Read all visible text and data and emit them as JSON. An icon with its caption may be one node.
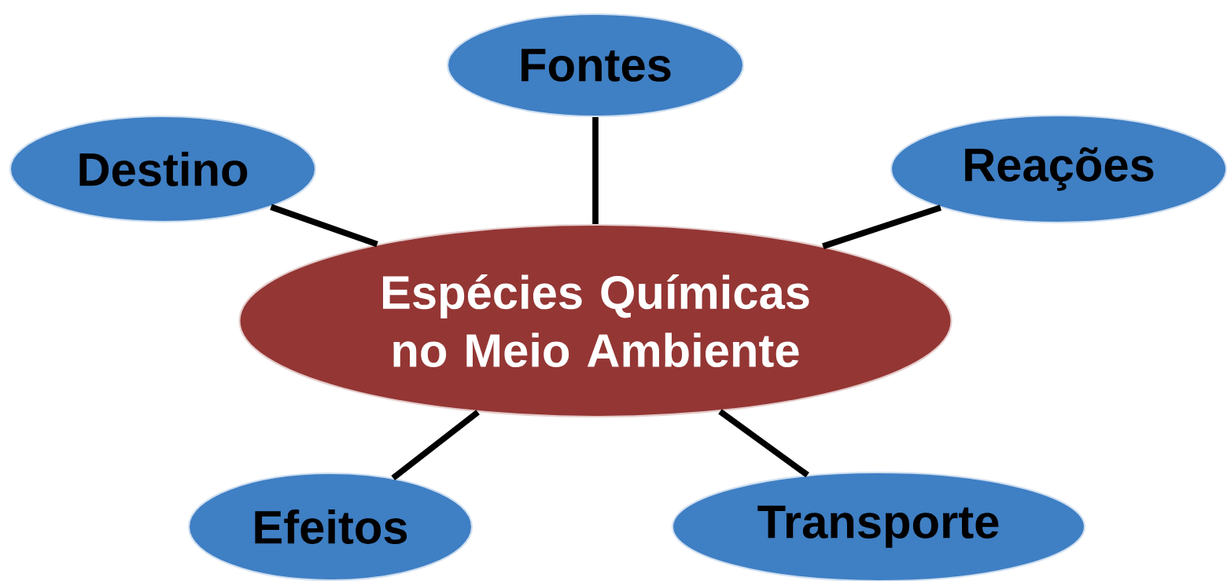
{
  "diagram": {
    "nodes": [
      {
        "text": [
          "Fontes"
        ]
      },
      {
        "text": [
          "Destino"
        ]
      },
      {
        "text": [
          "Reações"
        ]
      },
      {
        "text": [
          "Espécies Químicas no Meio Ambiente"
        ]
      },
      {
        "text": [
          "Efeitos"
        ]
      },
      {
        "text": [
          "Transporte"
        ]
      }
    ],
    "edges": [
      {
        "from": 3,
        "to": 0,
        "arrow": "none"
      },
      {
        "from": 3,
        "to": 1,
        "arrow": "none"
      },
      {
        "from": 3,
        "to": 2,
        "arrow": "none"
      },
      {
        "from": 3,
        "to": 4,
        "arrow": "none"
      },
      {
        "from": 3,
        "to": 5,
        "arrow": "none"
      }
    ]
  }
}
